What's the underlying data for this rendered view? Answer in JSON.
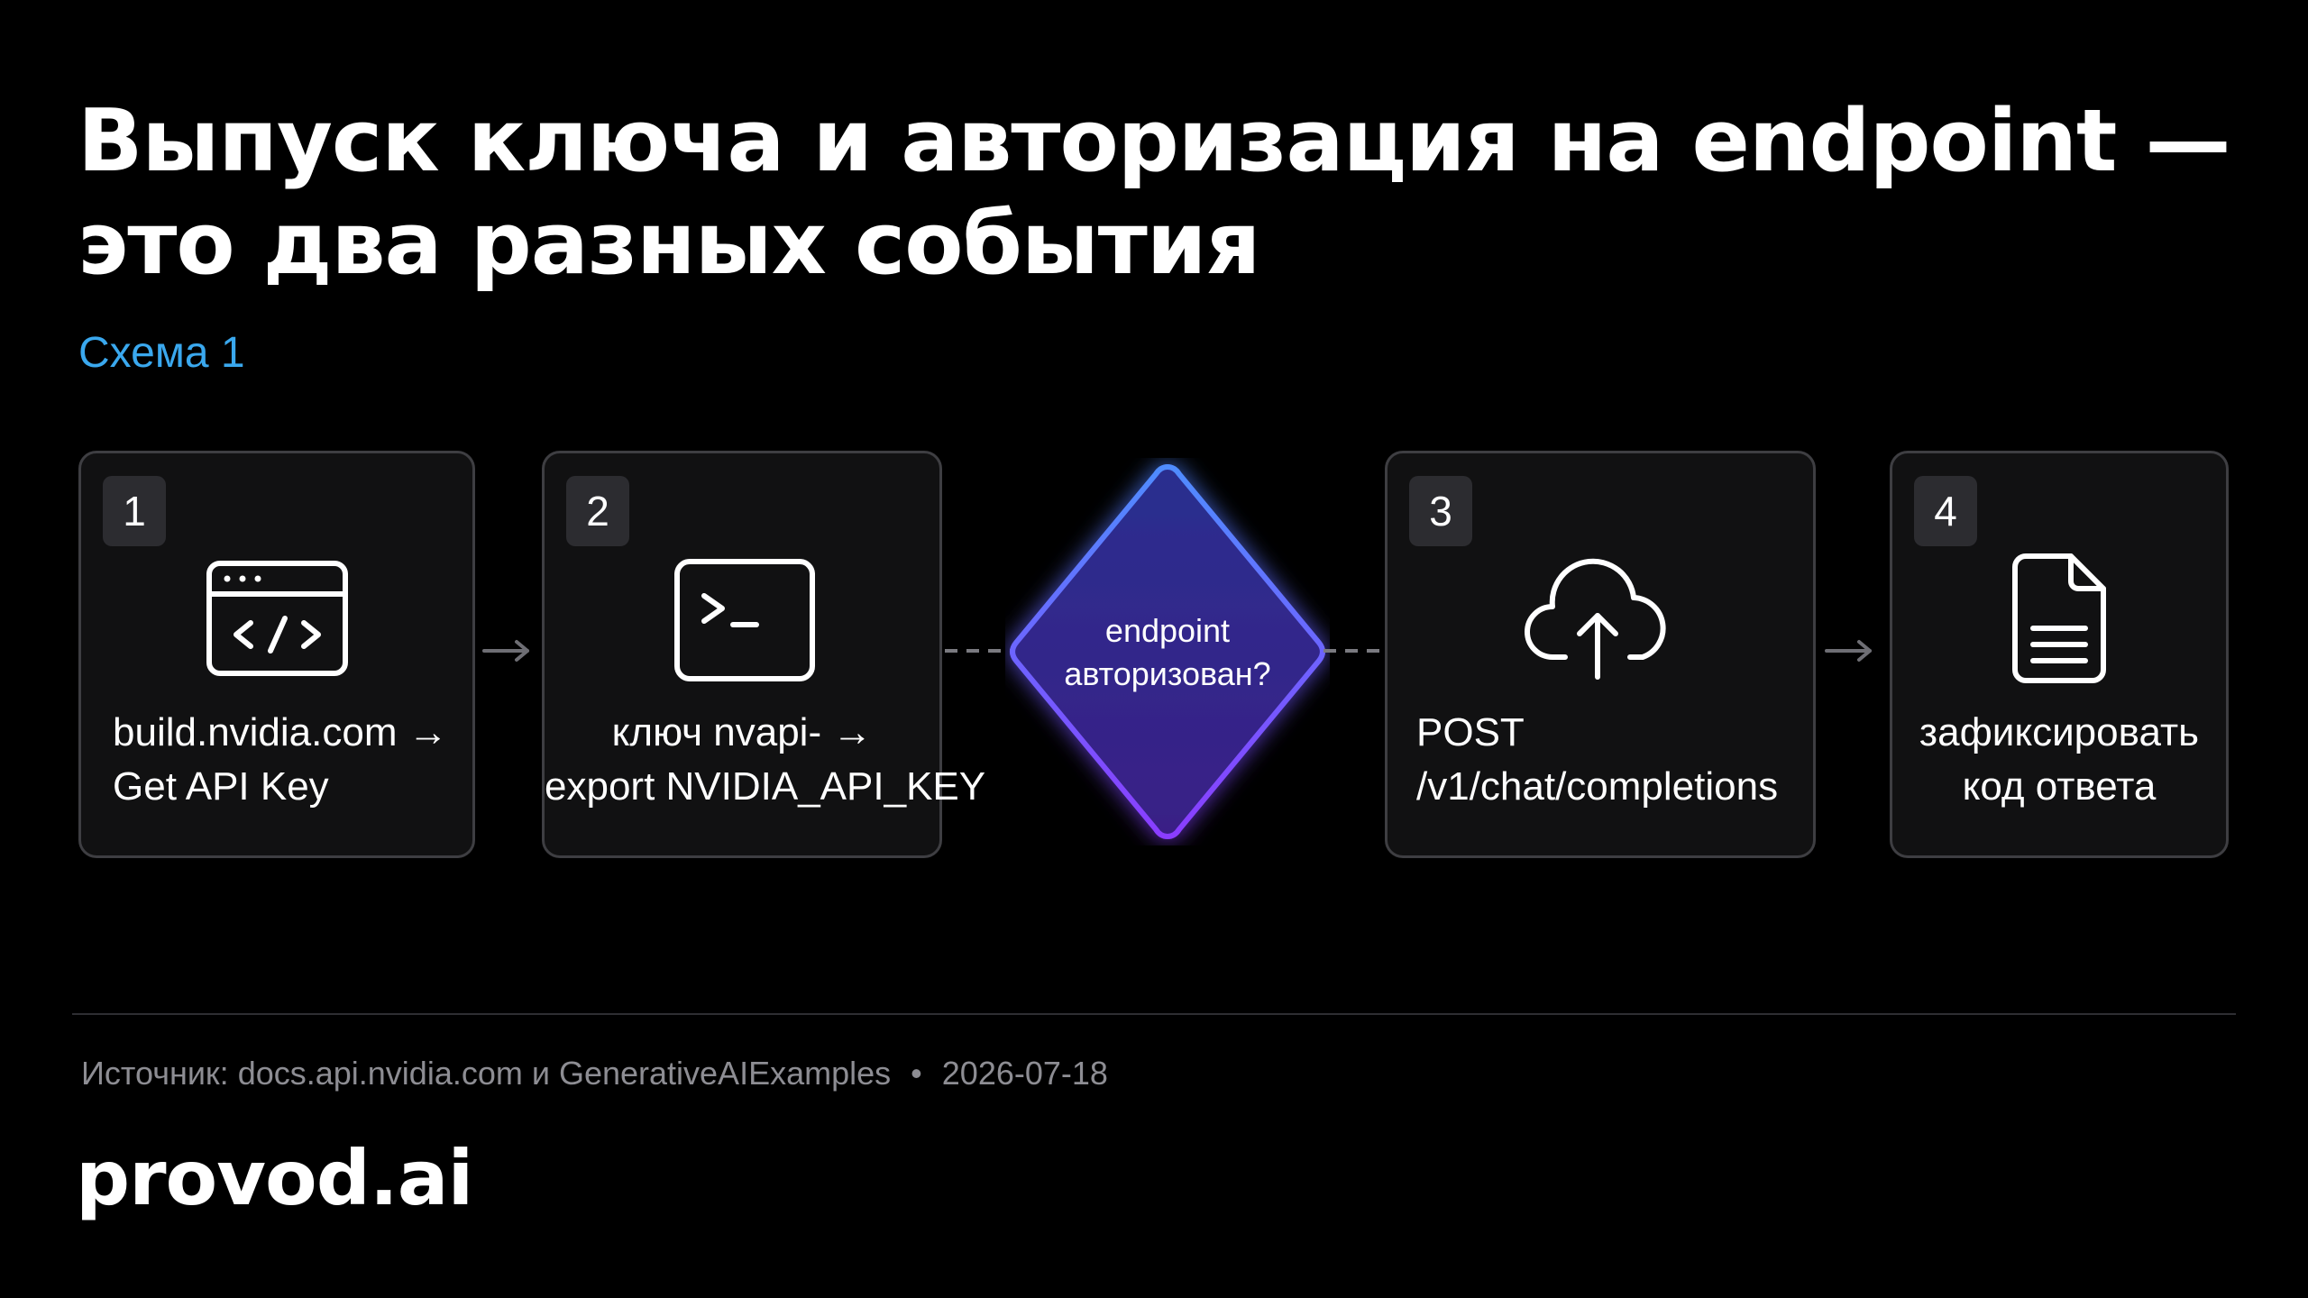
{
  "title": {
    "line1": "Выпуск ключа и авторизация на endpoint —",
    "line2": "это два разных события"
  },
  "subtitle": "Схема 1",
  "steps": [
    {
      "number": "1",
      "icon": "code-window-icon",
      "label_line1": "build.nvidia.com →",
      "label_line2": "Get API Key"
    },
    {
      "number": "2",
      "icon": "terminal-icon",
      "label_line1": "ключ nvapi- →",
      "label_line2": "export NVIDIA_API_KEY"
    },
    {
      "number": "3",
      "icon": "cloud-upload-icon",
      "label_line1": "POST",
      "label_line2": "/v1/chat/completions"
    },
    {
      "number": "4",
      "icon": "document-icon",
      "label_line1": "зафиксировать",
      "label_line2": "код ответа"
    }
  ],
  "decision": {
    "line1": "endpoint",
    "line2": "авторизован?"
  },
  "footer": {
    "source": "Источник: docs.api.nvidia.com и GenerativeAIExamples",
    "separator": "•",
    "date": "2026-07-18",
    "brand": "provod.ai"
  },
  "colors": {
    "background": "#000000",
    "card_background": "#111112",
    "card_border": "#3e3e42",
    "accent_blue": "#3aa8ee",
    "decision_glow": "#5b6cff",
    "decision_fill_top": "#2a2f8f",
    "decision_fill_bottom": "#3a1f86"
  }
}
